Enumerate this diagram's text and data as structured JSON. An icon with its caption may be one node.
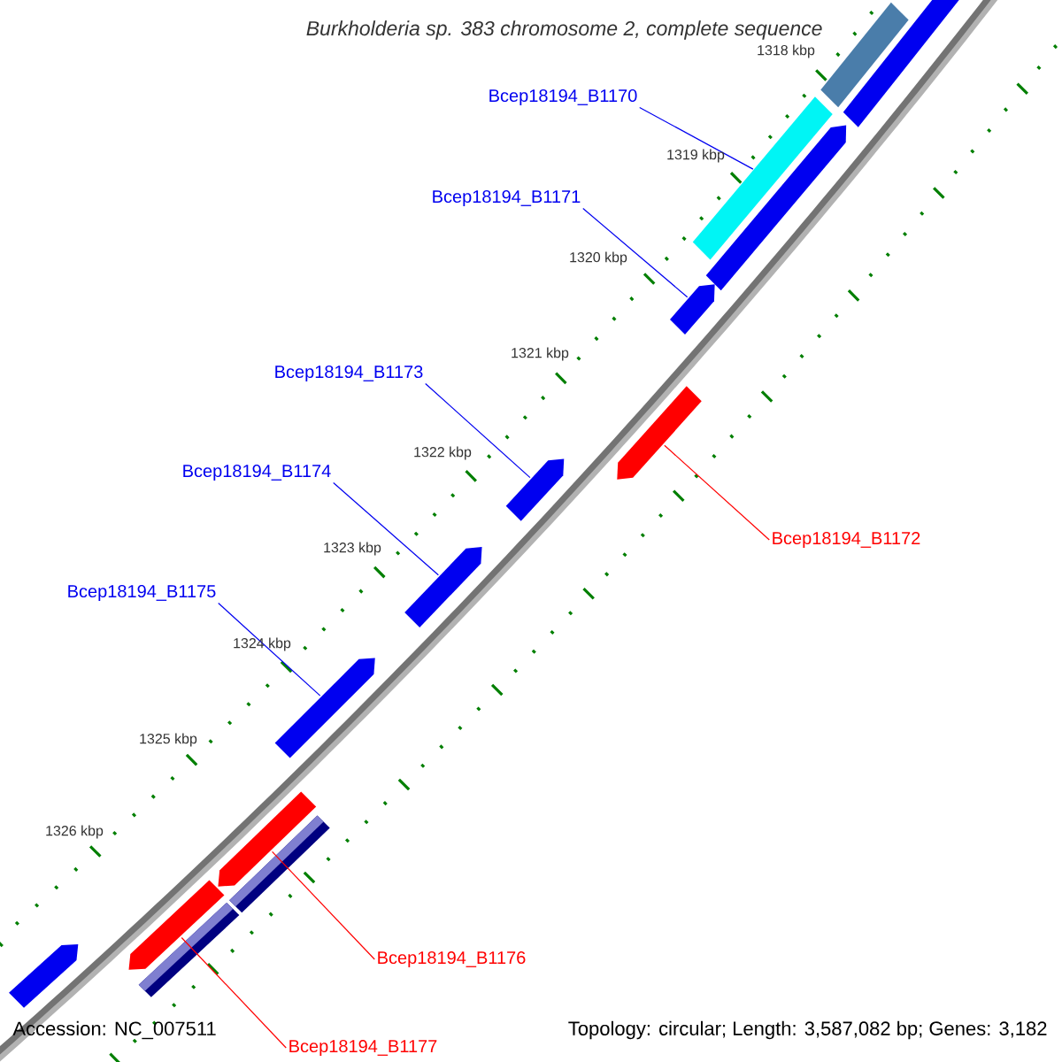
{
  "diagram": {
    "title": "Burkholderia sp. 383 chromosome 2, complete sequence",
    "nodes": [
      {
        "text": [
          "Bcep18194_B1170"
        ]
      },
      {
        "text": [
          "Bcep18194_B1171"
        ]
      },
      {
        "text": [
          "Bcep18194_B1173"
        ]
      },
      {
        "text": [
          "Bcep18194_B1174"
        ]
      },
      {
        "text": [
          "Bcep18194_B1175"
        ]
      },
      {
        "text": [
          "Bcep18194_B1172"
        ]
      },
      {
        "text": [
          "Bcep18194_B1176"
        ]
      },
      {
        "text": [
          "Bcep18194_B1177"
        ]
      },
      {
        "text": [],
        "shape": "bar"
      },
      {
        "text": [],
        "shape": "bar"
      },
      {
        "text": [],
        "shape": "arrow"
      },
      {
        "text": [],
        "shape": "arrow"
      },
      {
        "text": [],
        "shape": "arrow"
      },
      {
        "text": [],
        "shape": "arrow"
      },
      {
        "text": [],
        "shape": "arrow"
      },
      {
        "text": [],
        "shape": "arrow"
      },
      {
        "text": [],
        "shape": "arrow"
      },
      {
        "text": [],
        "shape": "arrow"
      },
      {
        "text": [],
        "shape": "arrow"
      },
      {
        "text": [],
        "shape": "arrow"
      },
      {
        "text": [],
        "shape": "bar"
      },
      {
        "text": [],
        "shape": "bar"
      }
    ],
    "edges": [
      {
        "from": 0,
        "to": 9,
        "arrow": "none"
      },
      {
        "from": 1,
        "to": 12,
        "arrow": "none"
      },
      {
        "from": 2,
        "to": 13,
        "arrow": "none"
      },
      {
        "from": 3,
        "to": 14,
        "arrow": "none"
      },
      {
        "from": 4,
        "to": 15,
        "arrow": "none"
      },
      {
        "from": 5,
        "to": 17,
        "arrow": "none",
        "color": "#ff0000"
      },
      {
        "from": 6,
        "to": 18,
        "arrow": "none",
        "color": "#ff0000"
      },
      {
        "from": 7,
        "to": 19,
        "arrow": "none",
        "color": "#ff0000"
      }
    ],
    "labels": [
      "1318 kbp",
      "1319 kbp",
      "1320 kbp",
      "1321 kbp",
      "1322 kbp",
      "1323 kbp",
      "1324 kbp",
      "1325 kbp",
      "1326 kbp",
      "Accession: NC_007511",
      "Topology: circular; Length: 3,587,082 bp; Genes: 3,182"
    ]
  }
}
